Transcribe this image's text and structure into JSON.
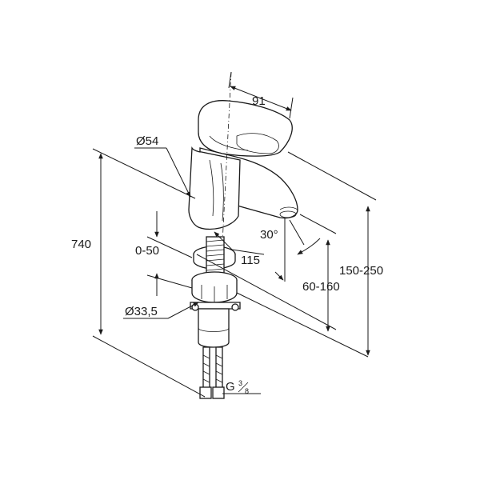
{
  "dimensions": {
    "width_91": "91",
    "diameter_54": "Ø54",
    "height_740": "740",
    "range_0_50": "0-50",
    "length_115": "115",
    "angle_30": "30°",
    "range_60_160": "60-160",
    "range_150_250": "150-250",
    "diameter_33_5": "Ø33,5",
    "thread_g": "G",
    "thread_num": "3",
    "thread_den": "8"
  }
}
